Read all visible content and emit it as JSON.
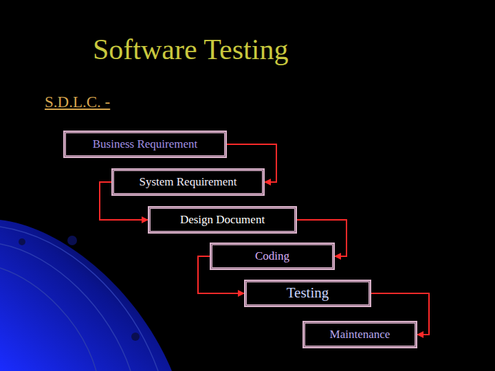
{
  "diagram": {
    "title": "Software Testing",
    "nodes": [
      {
        "text": [
          "Business Requirement"
        ]
      },
      {
        "text": [
          "System Requirement"
        ]
      },
      {
        "text": [
          "Design Document"
        ]
      },
      {
        "text": [
          "Coding"
        ]
      },
      {
        "text": [
          "Testing"
        ]
      },
      {
        "text": [
          "Maintenance"
        ]
      }
    ],
    "edges": [
      {
        "from": 0,
        "to": 1,
        "arrow": "to"
      },
      {
        "from": 1,
        "to": 2,
        "arrow": "to"
      },
      {
        "from": 2,
        "to": 3,
        "arrow": "to"
      },
      {
        "from": 3,
        "to": 4,
        "arrow": "to"
      },
      {
        "from": 4,
        "to": 5,
        "arrow": "to"
      }
    ],
    "labels": [
      "S.D.L.C. -"
    ]
  }
}
